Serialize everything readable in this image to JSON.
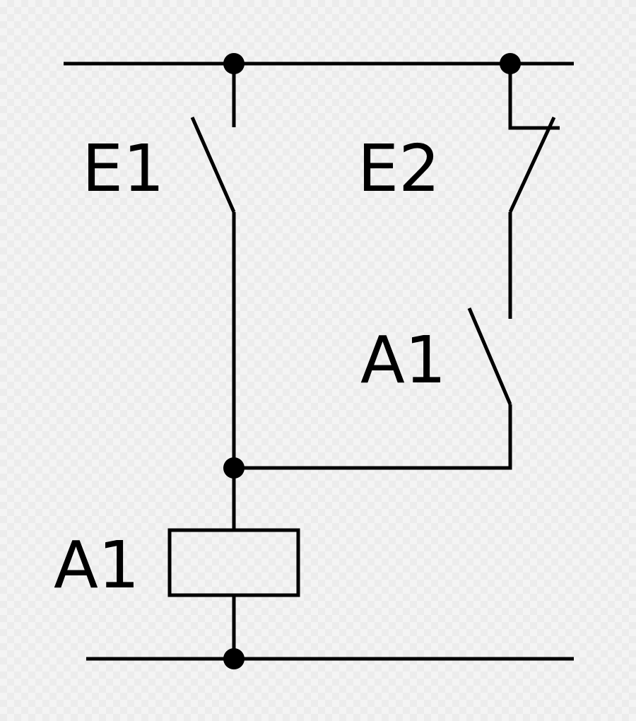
{
  "diagram": {
    "labels": {
      "e1": "E1",
      "e2": "E2",
      "a1_contact": "A1",
      "a1_coil": "A1"
    }
  }
}
